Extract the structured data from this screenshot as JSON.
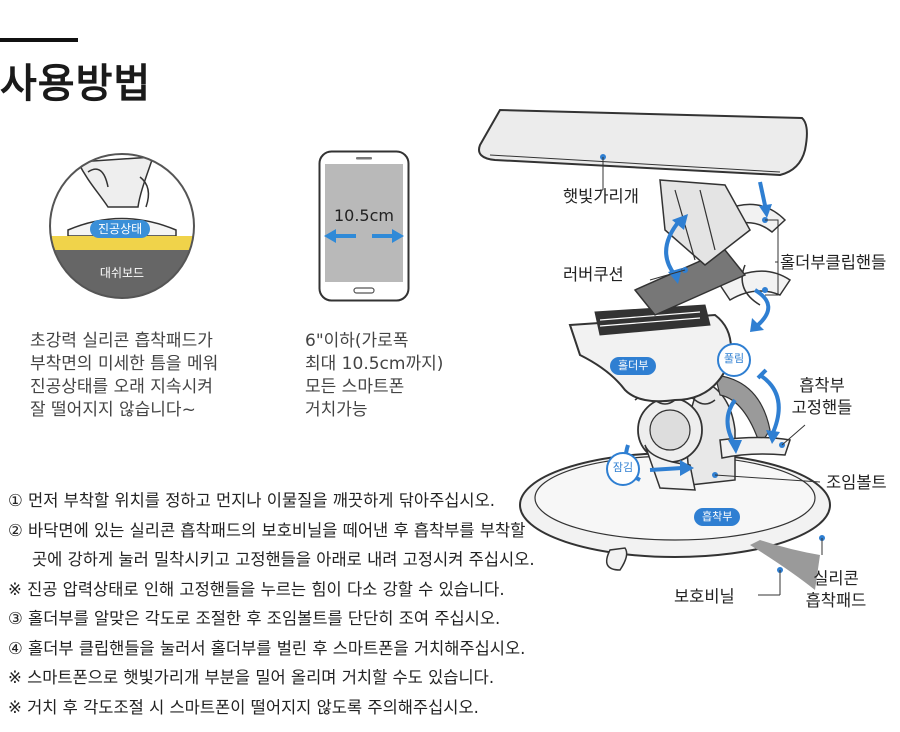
{
  "title": "사용방법",
  "circle_figure": {
    "badge": "진공상태",
    "base": "대쉬보드",
    "colors": {
      "badge": "#3a8fd8",
      "gel": "#f0d34a",
      "base": "#666666"
    }
  },
  "phone_figure": {
    "measurement": "10.5cm",
    "colors": {
      "screen": "#b9b9b9",
      "arrow": "#2f8ad8"
    }
  },
  "desc_left": [
    "초강력 실리콘 흡착패드가",
    "부착면의 미세한 틈을 메워",
    "진공상태를 오래 지속시켜",
    "잘 떨어지지 않습니다~"
  ],
  "desc_right": [
    "6\"이하(가로폭",
    "최대 10.5cm까지)",
    "모든 스마트폰",
    "거치가능"
  ],
  "steps": [
    {
      "text": "① 먼저 부착할 위치를 정하고 먼지나 이물질을 깨끗하게 닦아주십시오.",
      "indent": false
    },
    {
      "text": "② 바닥면에 있는 실리콘 흡착패드의 보호비닐을 떼어낸 후 흡착부를 부착할",
      "indent": false
    },
    {
      "text": "곳에 강하게 눌러 밀착시키고 고정핸들을 아래로 내려 고정시켜 주십시오.",
      "indent": true
    },
    {
      "text": "※ 진공 압력상태로 인해 고정핸들을 누르는 힘이 다소 강할 수 있습니다.",
      "indent": false
    },
    {
      "text": "③ 홀더부를 알맞은 각도로 조절한 후 조임볼트를 단단히 조여 주십시오.",
      "indent": false
    },
    {
      "text": "④ 홀더부 클립핸들을 눌러서 홀더부를 벌린 후 스마트폰을 거치해주십시오.",
      "indent": false
    },
    {
      "text": "※ 스마트폰으로 햇빛가리개 부분을 밀어 올리며 거치할 수도 있습니다.",
      "indent": false
    },
    {
      "text": "※ 거치 후 각도조절 시 스마트폰이 떨어지지 않도록 주의해주십시오.",
      "indent": false
    }
  ],
  "device": {
    "labels": {
      "sunshade": "햇빛가리개",
      "holder_clip_handle": "홀더부클립핸들",
      "rubber_cushion": "러버쿠션",
      "suction_handle_line1": "흡착부",
      "suction_handle_line2": "고정핸들",
      "lock_bolt": "조임볼트",
      "protective_film": "보호비닐",
      "silicone_pad_line1": "실리콘",
      "silicone_pad_line2": "흡착패드"
    },
    "badges": {
      "holder": "홀더부",
      "suction": "흡착부",
      "release": "풀림",
      "lock": "잠김"
    },
    "colors": {
      "accent": "#2f7fd2",
      "body": "#ececec",
      "outline": "#333333",
      "film": "#9a9a9a"
    }
  }
}
